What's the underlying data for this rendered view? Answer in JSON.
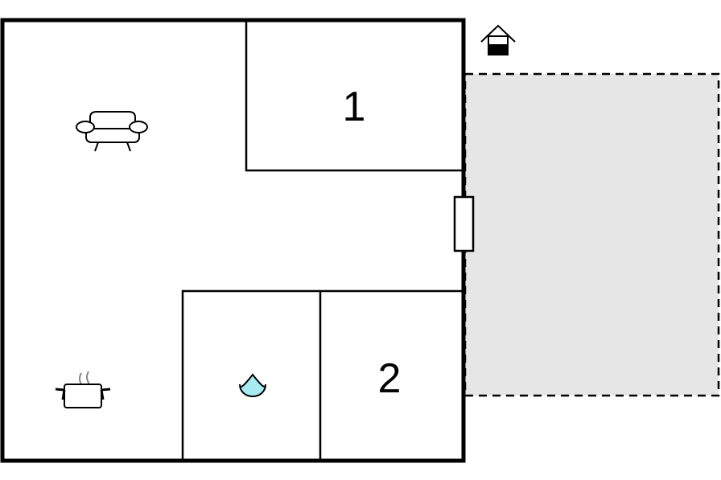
{
  "floorplan": {
    "rooms": [
      {
        "id": "bedroom-1",
        "label": "1"
      },
      {
        "id": "bedroom-2",
        "label": "2"
      }
    ],
    "icons": {
      "living": "sofa-icon",
      "kitchen": "cooking-pot-icon",
      "bathroom": "water-drop-icon",
      "entrance": "house-entrance-icon"
    },
    "colors": {
      "wall": "#000000",
      "terrace_fill": "#e6e6e6",
      "water_drop": "#a8eaf2",
      "background": "#ffffff"
    }
  }
}
